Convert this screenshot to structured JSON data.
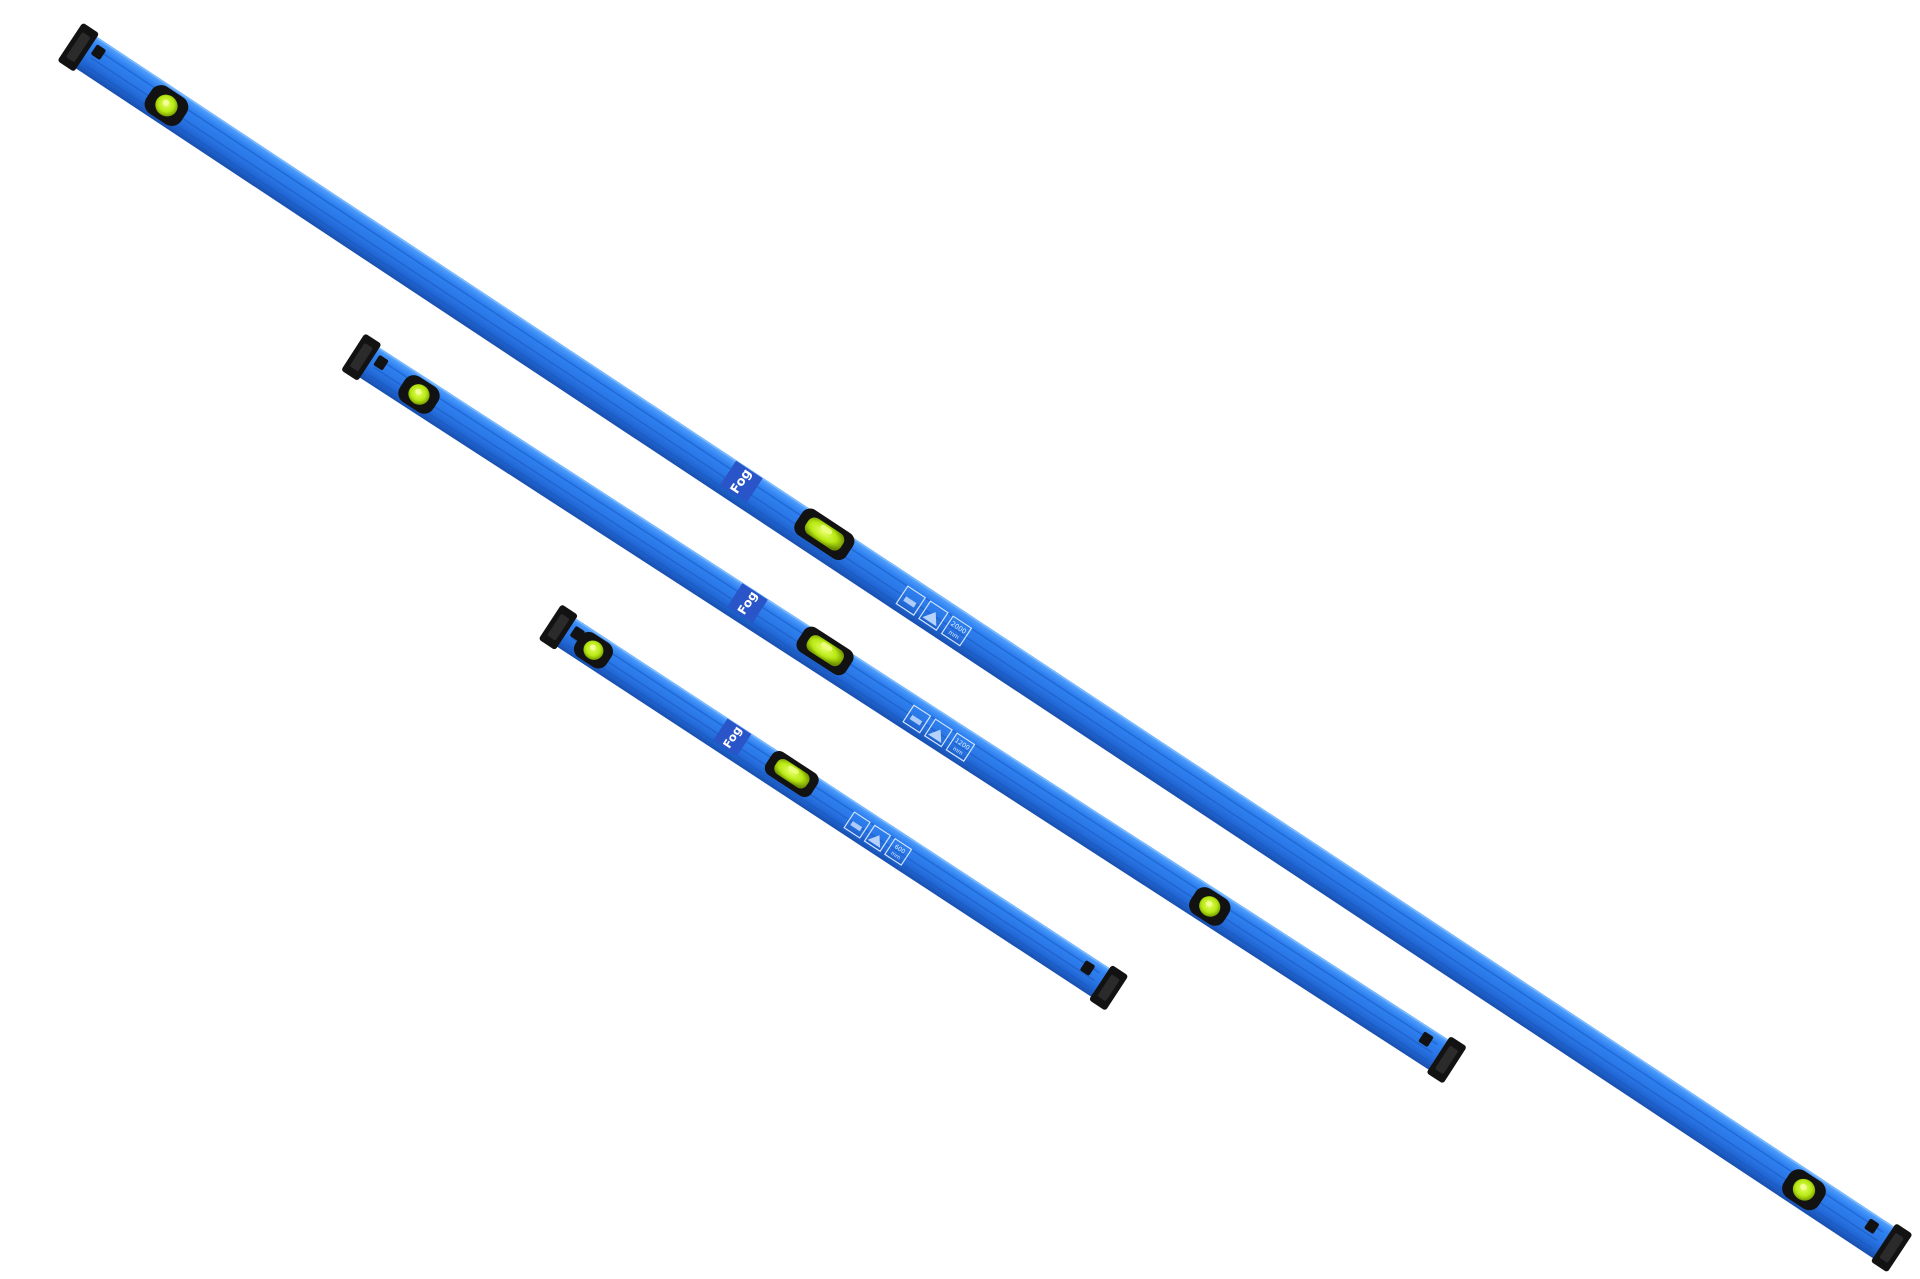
{
  "scene": {
    "background": "#ffffff",
    "subject": "spirit-level-set",
    "colors": {
      "body": "#2f7ff0",
      "body_dark": "#1f63cf",
      "body_light": "#58a3ff",
      "cap": "#121212",
      "vial": "#c8f21a",
      "brand_box": "#2a55c8"
    }
  },
  "levels": [
    {
      "id": "level-2000",
      "brand": "Fog",
      "length_label": "2000",
      "unit_label": "mm"
    },
    {
      "id": "level-1200",
      "brand": "Fog",
      "length_label": "1200",
      "unit_label": "mm"
    },
    {
      "id": "level-600",
      "brand": "Fog",
      "length_label": "600",
      "unit_label": "mm"
    }
  ]
}
